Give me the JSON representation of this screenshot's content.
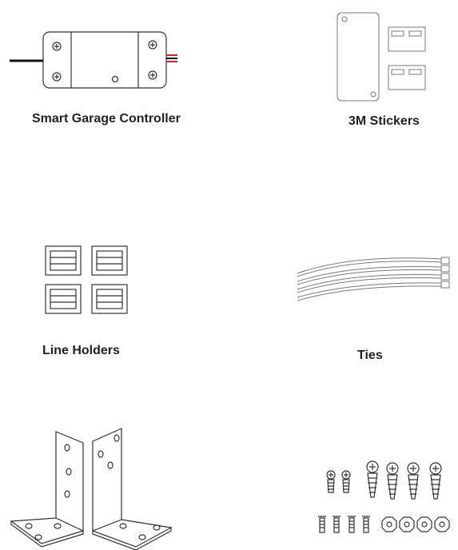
{
  "items": [
    {
      "label": "Smart Garage Controller",
      "icon": "controller-icon"
    },
    {
      "label": "3M Stickers",
      "icon": "sticker-icon"
    },
    {
      "label": "Line Holders",
      "icon": "line-holder-icon"
    },
    {
      "label": "Ties",
      "icon": "cable-tie-icon"
    },
    {
      "label": "",
      "icon": "bracket-icon"
    },
    {
      "label": "",
      "icon": "screw-icon"
    }
  ],
  "colors": {
    "line": "#333333",
    "wire_red": "#d8232a",
    "text": "#222222"
  }
}
